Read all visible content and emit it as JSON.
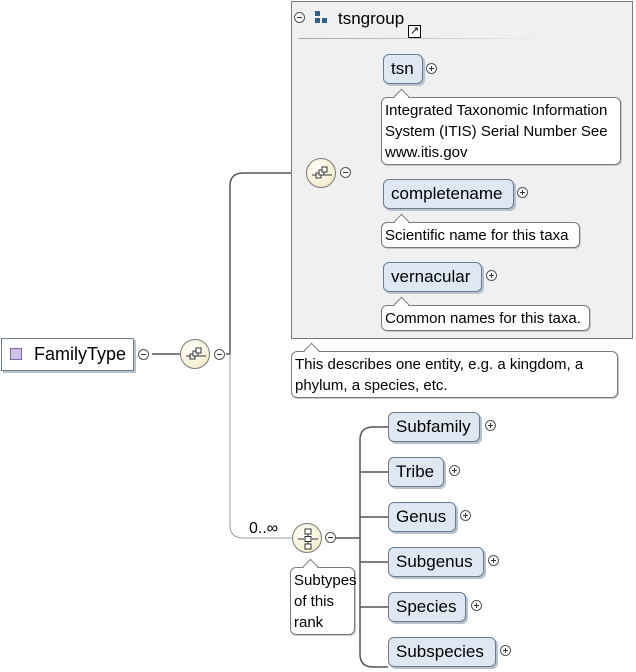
{
  "root": {
    "name": "FamilyType"
  },
  "group": {
    "name": "tsngroup"
  },
  "group_children": [
    {
      "name": "tsn",
      "doc": "Integrated Taxonomic Information System (ITIS) Serial Number See www.itis.gov"
    },
    {
      "name": "completename",
      "doc": "Scientific name for this taxa"
    },
    {
      "name": "vernacular",
      "doc": "Common names for this taxa."
    }
  ],
  "group_doc": "This describes one entity, e.g. a kingdom, a phylum, a species, etc.",
  "choice": {
    "occurrence": "0..∞",
    "doc": "Subtypes of this rank",
    "items": [
      "Subfamily",
      "Tribe",
      "Genus",
      "Subgenus",
      "Species",
      "Subspecies"
    ]
  },
  "icons": {
    "root": "complex-type-icon",
    "sequence": "sequence-compositor-icon",
    "choice": "choice-compositor-icon",
    "group": "group-icon",
    "link": "link-arrow-icon",
    "expand": "plus-circle-icon",
    "collapse": "minus-circle-icon"
  },
  "colors": {
    "element_fill": "#dfe8f2",
    "element_border": "#6a7c8e",
    "group_fill": "#f0f0f0",
    "root_icon": "#cfc2e8"
  }
}
